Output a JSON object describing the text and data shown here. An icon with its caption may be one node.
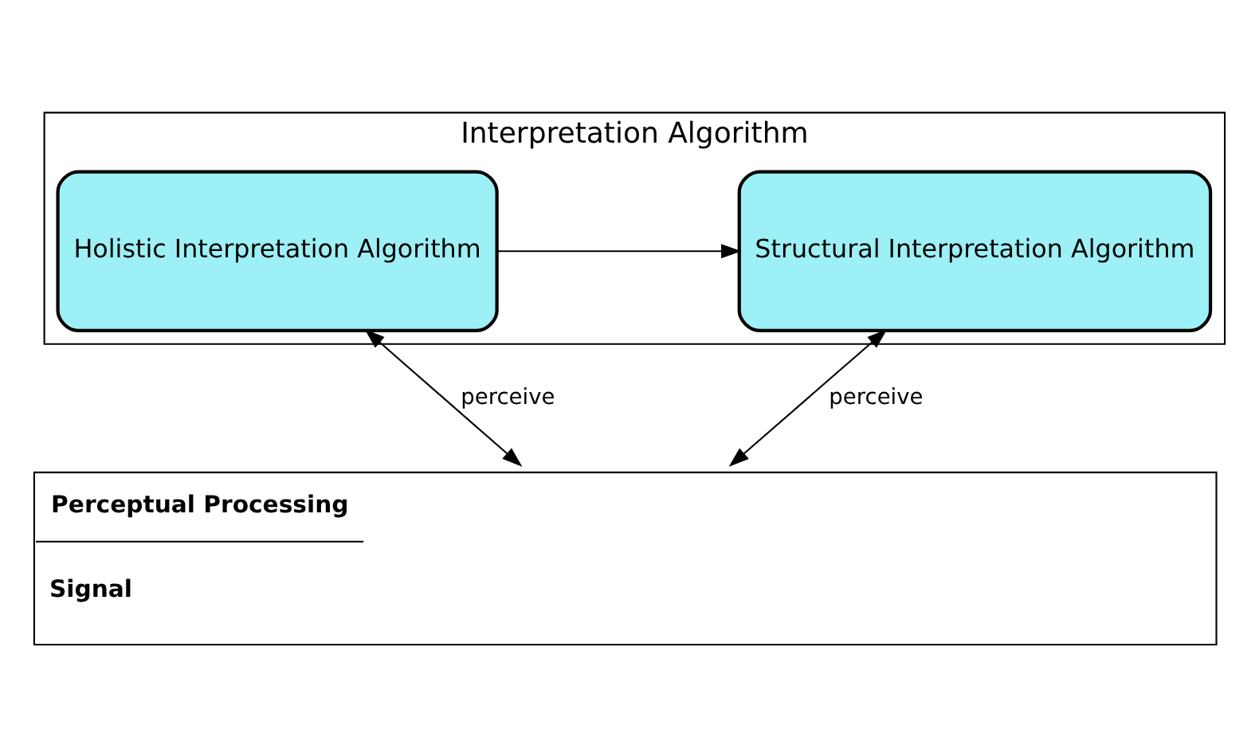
{
  "diagram": {
    "nodes": [
      {
        "text": [
          "Interpretation Algorithm"
        ]
      },
      {
        "text": [
          "Holistic Interpretation Algorithm"
        ],
        "in": 0
      },
      {
        "text": [
          "Structural Interpretation Algorithm"
        ],
        "in": 0
      },
      {
        "text": [
          "Perceptual Processing",
          "Signal"
        ]
      }
    ],
    "edges": [
      {
        "from": 1,
        "to": 2,
        "arrow": "to"
      },
      {
        "from": 1,
        "to": 3,
        "arrow": "both",
        "label": "perceive"
      },
      {
        "from": 2,
        "to": 3,
        "arrow": "both",
        "label": "perceive"
      }
    ]
  }
}
